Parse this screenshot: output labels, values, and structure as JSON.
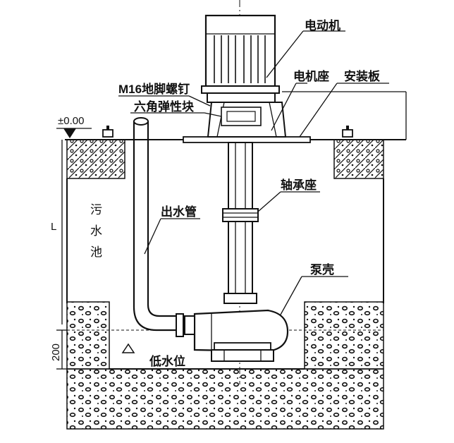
{
  "labels": {
    "motor": "电动机",
    "motor_seat": "电机座",
    "mounting_plate": "安装板",
    "anchor_bolt": "M16地脚螺钉",
    "hex_elastic_block": "六角弹性块",
    "elevation_zero": "±0.00",
    "bearing_seat": "轴承座",
    "outlet_pipe": "出水管",
    "sewage_pool": [
      "污",
      "水",
      "池"
    ],
    "depth_L": "L",
    "pump_casing": "泵壳",
    "low_water_level": "低水位",
    "dim_200": "200"
  }
}
